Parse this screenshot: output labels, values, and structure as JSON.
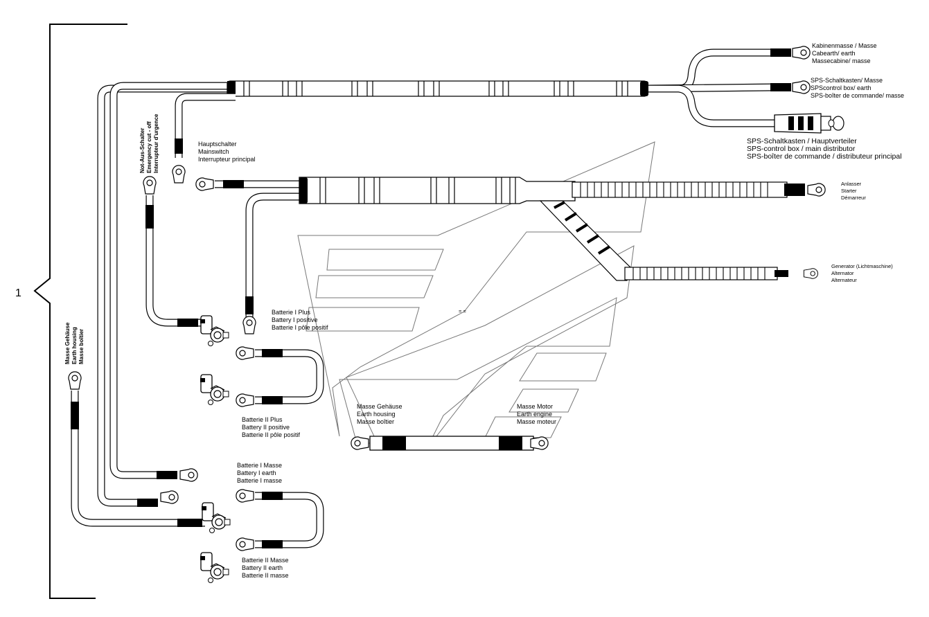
{
  "diagram": {
    "item_number": "1",
    "labels": {
      "chassis_earth": [
        "Kabinenmasse / Masse",
        "Cabearth/ earth",
        "Massecabine/ masse"
      ],
      "control_box_earth": [
        "SPS-Schaltkasten/ Masse",
        "SPScontrol box/ earth",
        "SPS-boîter de commande/ masse"
      ],
      "main_distributor": [
        "SPS-Schaltkasten / Hauptverteiler",
        "SPS-control box /  main distributor",
        "SPS-boîter de commande / distributeur principal"
      ],
      "main_switch": [
        "Hauptschalter",
        "Mainswitch",
        "Interrupteur principal"
      ],
      "starter": [
        "Anlasser",
        "Starter",
        "Démarreur"
      ],
      "alternator": [
        "Generator (Lichtmaschine)",
        "Alternator",
        "Alternateur"
      ],
      "emergency_cutoff": [
        "Not-Aus-Schalter",
        "Emergency cut - off",
        "Interrupteur d'urgence"
      ],
      "battery1_plus": [
        "Batterie I Plus",
        "Battery I positive",
        "Batterie I pôle positif"
      ],
      "battery2_plus": [
        "Batterie II Plus",
        "Battery II positive",
        "Batterie II pôle positif"
      ],
      "housing_earth": [
        "Masse Gehäuse",
        "Earth housing",
        "Masse boîtier"
      ],
      "engine_earth": [
        "Masse Motor",
        "Earth engine",
        "Masse moteur"
      ],
      "battery_housing_earth": [
        "Masse Gehäuse",
        "Earth housing",
        "Masse boîtier"
      ],
      "battery1_earth": [
        "Batterie I Masse",
        "Battery I earth",
        "Batterie I masse"
      ],
      "battery2_earth": [
        "Batterie II Masse",
        "Battery II earth",
        "Batterie II masse"
      ]
    }
  }
}
